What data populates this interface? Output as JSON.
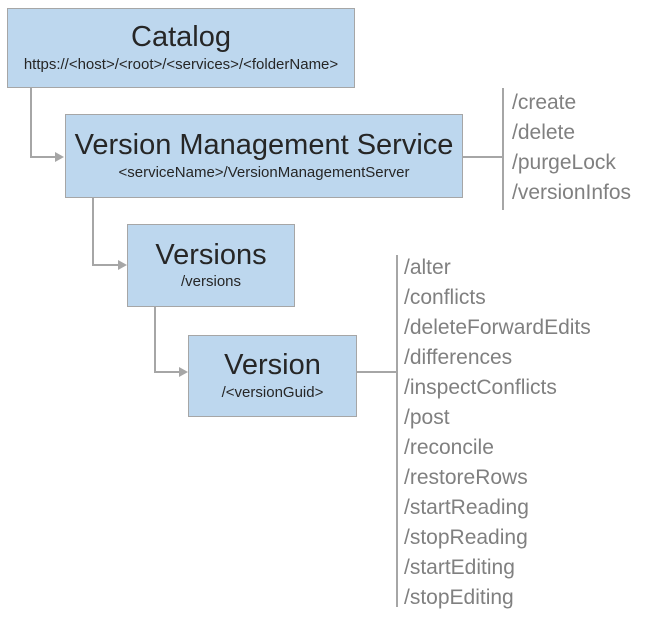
{
  "diagram": {
    "nodes": [
      {
        "id": "catalog",
        "title": "Catalog",
        "subtitle": "https://<host>/<root>/<services>/<folderName>"
      },
      {
        "id": "version-management-service",
        "title": "Version Management Service",
        "subtitle": "<serviceName>/VersionManagementServer",
        "operations": [
          "/create",
          "/delete",
          "/purgeLock",
          "/versionInfos"
        ]
      },
      {
        "id": "versions",
        "title": "Versions",
        "subtitle": "/versions"
      },
      {
        "id": "version",
        "title": "Version",
        "subtitle": "/<versionGuid>",
        "operations": [
          "/alter",
          "/conflicts",
          "/deleteForwardEdits",
          "/differences",
          "/inspectConflicts",
          "/post",
          "/reconcile",
          "/restoreRows",
          "/startReading",
          "/stopReading",
          "/startEditing",
          "/stopEditing"
        ]
      }
    ],
    "colors": {
      "node_fill": "#bdd7ee",
      "node_border": "#a6a6a6",
      "connector": "#a6a6a6",
      "operation_text": "#808080",
      "title_text": "#262626"
    }
  }
}
